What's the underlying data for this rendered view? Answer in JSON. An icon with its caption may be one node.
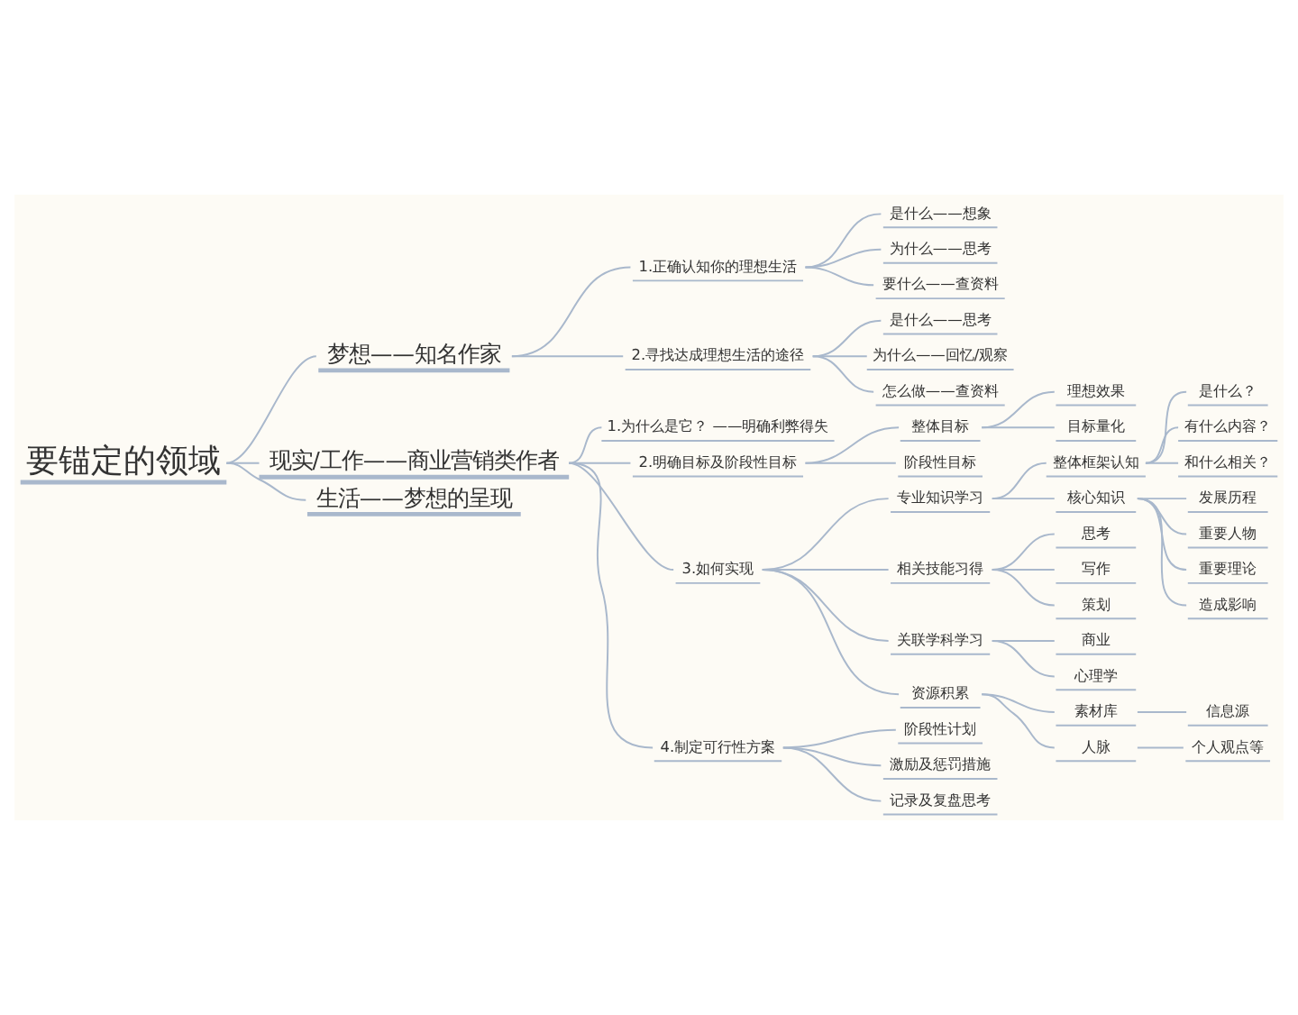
{
  "diagram": {
    "nodes": [
      {
        "text": [
          "要锚定的领域"
        ]
      },
      {
        "text": [
          "梦想——知名作家"
        ]
      },
      {
        "text": [
          "1.正确认知你的理想生活"
        ]
      },
      {
        "text": [
          "是什么——想象"
        ]
      },
      {
        "text": [
          "为什么——思考"
        ]
      },
      {
        "text": [
          "要什么——查资料"
        ]
      },
      {
        "text": [
          "2.寻找达成理想生活的途径"
        ]
      },
      {
        "text": [
          "是什么——思考"
        ]
      },
      {
        "text": [
          "为什么——回忆/观察"
        ]
      },
      {
        "text": [
          "怎么做——查资料"
        ]
      },
      {
        "text": [
          "现实/工作——商业营销类作者"
        ]
      },
      {
        "text": [
          "1.为什么是它？ ——明确利弊得失"
        ]
      },
      {
        "text": [
          "2.明确目标及阶段性目标"
        ]
      },
      {
        "text": [
          "整体目标"
        ]
      },
      {
        "text": [
          "理想效果"
        ]
      },
      {
        "text": [
          "目标量化"
        ]
      },
      {
        "text": [
          "阶段性目标"
        ]
      },
      {
        "text": [
          "3.如何实现"
        ]
      },
      {
        "text": [
          "专业知识学习"
        ]
      },
      {
        "text": [
          "整体框架认知"
        ]
      },
      {
        "text": [
          "是什么？"
        ]
      },
      {
        "text": [
          "有什么内容？"
        ]
      },
      {
        "text": [
          "和什么相关？"
        ]
      },
      {
        "text": [
          "核心知识"
        ]
      },
      {
        "text": [
          "发展历程"
        ]
      },
      {
        "text": [
          "重要人物"
        ]
      },
      {
        "text": [
          "重要理论"
        ]
      },
      {
        "text": [
          "造成影响"
        ]
      },
      {
        "text": [
          "相关技能习得"
        ]
      },
      {
        "text": [
          "思考"
        ]
      },
      {
        "text": [
          "写作"
        ]
      },
      {
        "text": [
          "策划"
        ]
      },
      {
        "text": [
          "关联学科学习"
        ]
      },
      {
        "text": [
          "商业"
        ]
      },
      {
        "text": [
          "心理学"
        ]
      },
      {
        "text": [
          "资源积累"
        ]
      },
      {
        "text": [
          "素材库"
        ]
      },
      {
        "text": [
          "信息源"
        ]
      },
      {
        "text": [
          "人脉"
        ]
      },
      {
        "text": [
          "个人观点等"
        ]
      },
      {
        "text": [
          "4.制定可行性方案"
        ]
      },
      {
        "text": [
          "阶段性计划"
        ]
      },
      {
        "text": [
          "激励及惩罚措施"
        ]
      },
      {
        "text": [
          "记录及复盘思考"
        ]
      },
      {
        "text": [
          "生活——梦想的呈现"
        ]
      }
    ],
    "edges": [
      {
        "from": 0,
        "to": 1,
        "arrow": "none"
      },
      {
        "from": 1,
        "to": 2,
        "arrow": "none"
      },
      {
        "from": 2,
        "to": 3,
        "arrow": "none"
      },
      {
        "from": 2,
        "to": 4,
        "arrow": "none"
      },
      {
        "from": 2,
        "to": 5,
        "arrow": "none"
      },
      {
        "from": 1,
        "to": 6,
        "arrow": "none"
      },
      {
        "from": 6,
        "to": 7,
        "arrow": "none"
      },
      {
        "from": 6,
        "to": 8,
        "arrow": "none"
      },
      {
        "from": 6,
        "to": 9,
        "arrow": "none"
      },
      {
        "from": 0,
        "to": 10,
        "arrow": "none"
      },
      {
        "from": 10,
        "to": 11,
        "arrow": "none"
      },
      {
        "from": 10,
        "to": 12,
        "arrow": "none"
      },
      {
        "from": 12,
        "to": 13,
        "arrow": "none"
      },
      {
        "from": 13,
        "to": 14,
        "arrow": "none"
      },
      {
        "from": 13,
        "to": 15,
        "arrow": "none"
      },
      {
        "from": 12,
        "to": 16,
        "arrow": "none"
      },
      {
        "from": 10,
        "to": 17,
        "arrow": "none"
      },
      {
        "from": 17,
        "to": 18,
        "arrow": "none"
      },
      {
        "from": 18,
        "to": 19,
        "arrow": "none"
      },
      {
        "from": 19,
        "to": 20,
        "arrow": "none"
      },
      {
        "from": 19,
        "to": 21,
        "arrow": "none"
      },
      {
        "from": 19,
        "to": 22,
        "arrow": "none"
      },
      {
        "from": 18,
        "to": 23,
        "arrow": "none"
      },
      {
        "from": 23,
        "to": 24,
        "arrow": "none"
      },
      {
        "from": 23,
        "to": 25,
        "arrow": "none"
      },
      {
        "from": 23,
        "to": 26,
        "arrow": "none"
      },
      {
        "from": 23,
        "to": 27,
        "arrow": "none"
      },
      {
        "from": 17,
        "to": 28,
        "arrow": "none"
      },
      {
        "from": 28,
        "to": 29,
        "arrow": "none"
      },
      {
        "from": 28,
        "to": 30,
        "arrow": "none"
      },
      {
        "from": 28,
        "to": 31,
        "arrow": "none"
      },
      {
        "from": 17,
        "to": 32,
        "arrow": "none"
      },
      {
        "from": 32,
        "to": 33,
        "arrow": "none"
      },
      {
        "from": 32,
        "to": 34,
        "arrow": "none"
      },
      {
        "from": 17,
        "to": 35,
        "arrow": "none"
      },
      {
        "from": 35,
        "to": 36,
        "arrow": "none"
      },
      {
        "from": 36,
        "to": 37,
        "arrow": "none"
      },
      {
        "from": 35,
        "to": 38,
        "arrow": "none"
      },
      {
        "from": 38,
        "to": 39,
        "arrow": "none"
      },
      {
        "from": 10,
        "to": 40,
        "arrow": "none"
      },
      {
        "from": 40,
        "to": 41,
        "arrow": "none"
      },
      {
        "from": 40,
        "to": 42,
        "arrow": "none"
      },
      {
        "from": 40,
        "to": 43,
        "arrow": "none"
      },
      {
        "from": 0,
        "to": 44,
        "arrow": "none"
      }
    ]
  }
}
